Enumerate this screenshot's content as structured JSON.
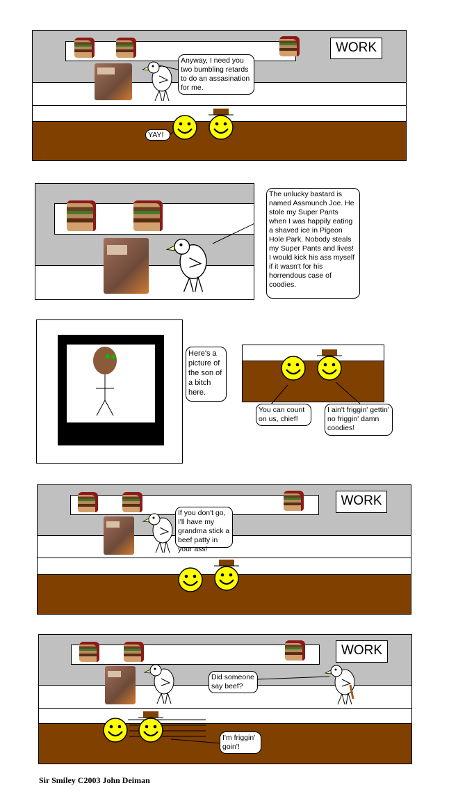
{
  "panels": [
    {
      "sign": "WORK",
      "bubbles": [
        "Anyway, I need you two bumbling retards to do an assasination for me.",
        "YAY!"
      ]
    },
    {
      "bubbles": [
        "The unlucky bastard is named Assmunch Joe. He stole my Super Pants when I was happily eating a shaved ice in Pigeon Hole Park. Nobody steals my Super Pants and lives! I would kick his ass myself if it wasn't for his horrendous case of coodies."
      ]
    },
    {
      "bubbles": [
        "Here's a picture of the son of a bitch here.",
        "You can count on us, chief!",
        "I ain't friggin' gettin' no friggin' damn coodies!"
      ]
    },
    {
      "sign": "WORK",
      "bubbles": [
        "If you don't go, I'll have my grandma stick a beef patty in your ass!"
      ]
    },
    {
      "sign": "WORK",
      "bubbles": [
        "Did someone say beef?",
        "I'm friggin' goin'!"
      ]
    }
  ],
  "caption": "Sir Smiley C2003 John Deiman",
  "colors": {
    "floor": "#804000",
    "wall": "#c0c0c0",
    "smiley": "#ffff00"
  }
}
